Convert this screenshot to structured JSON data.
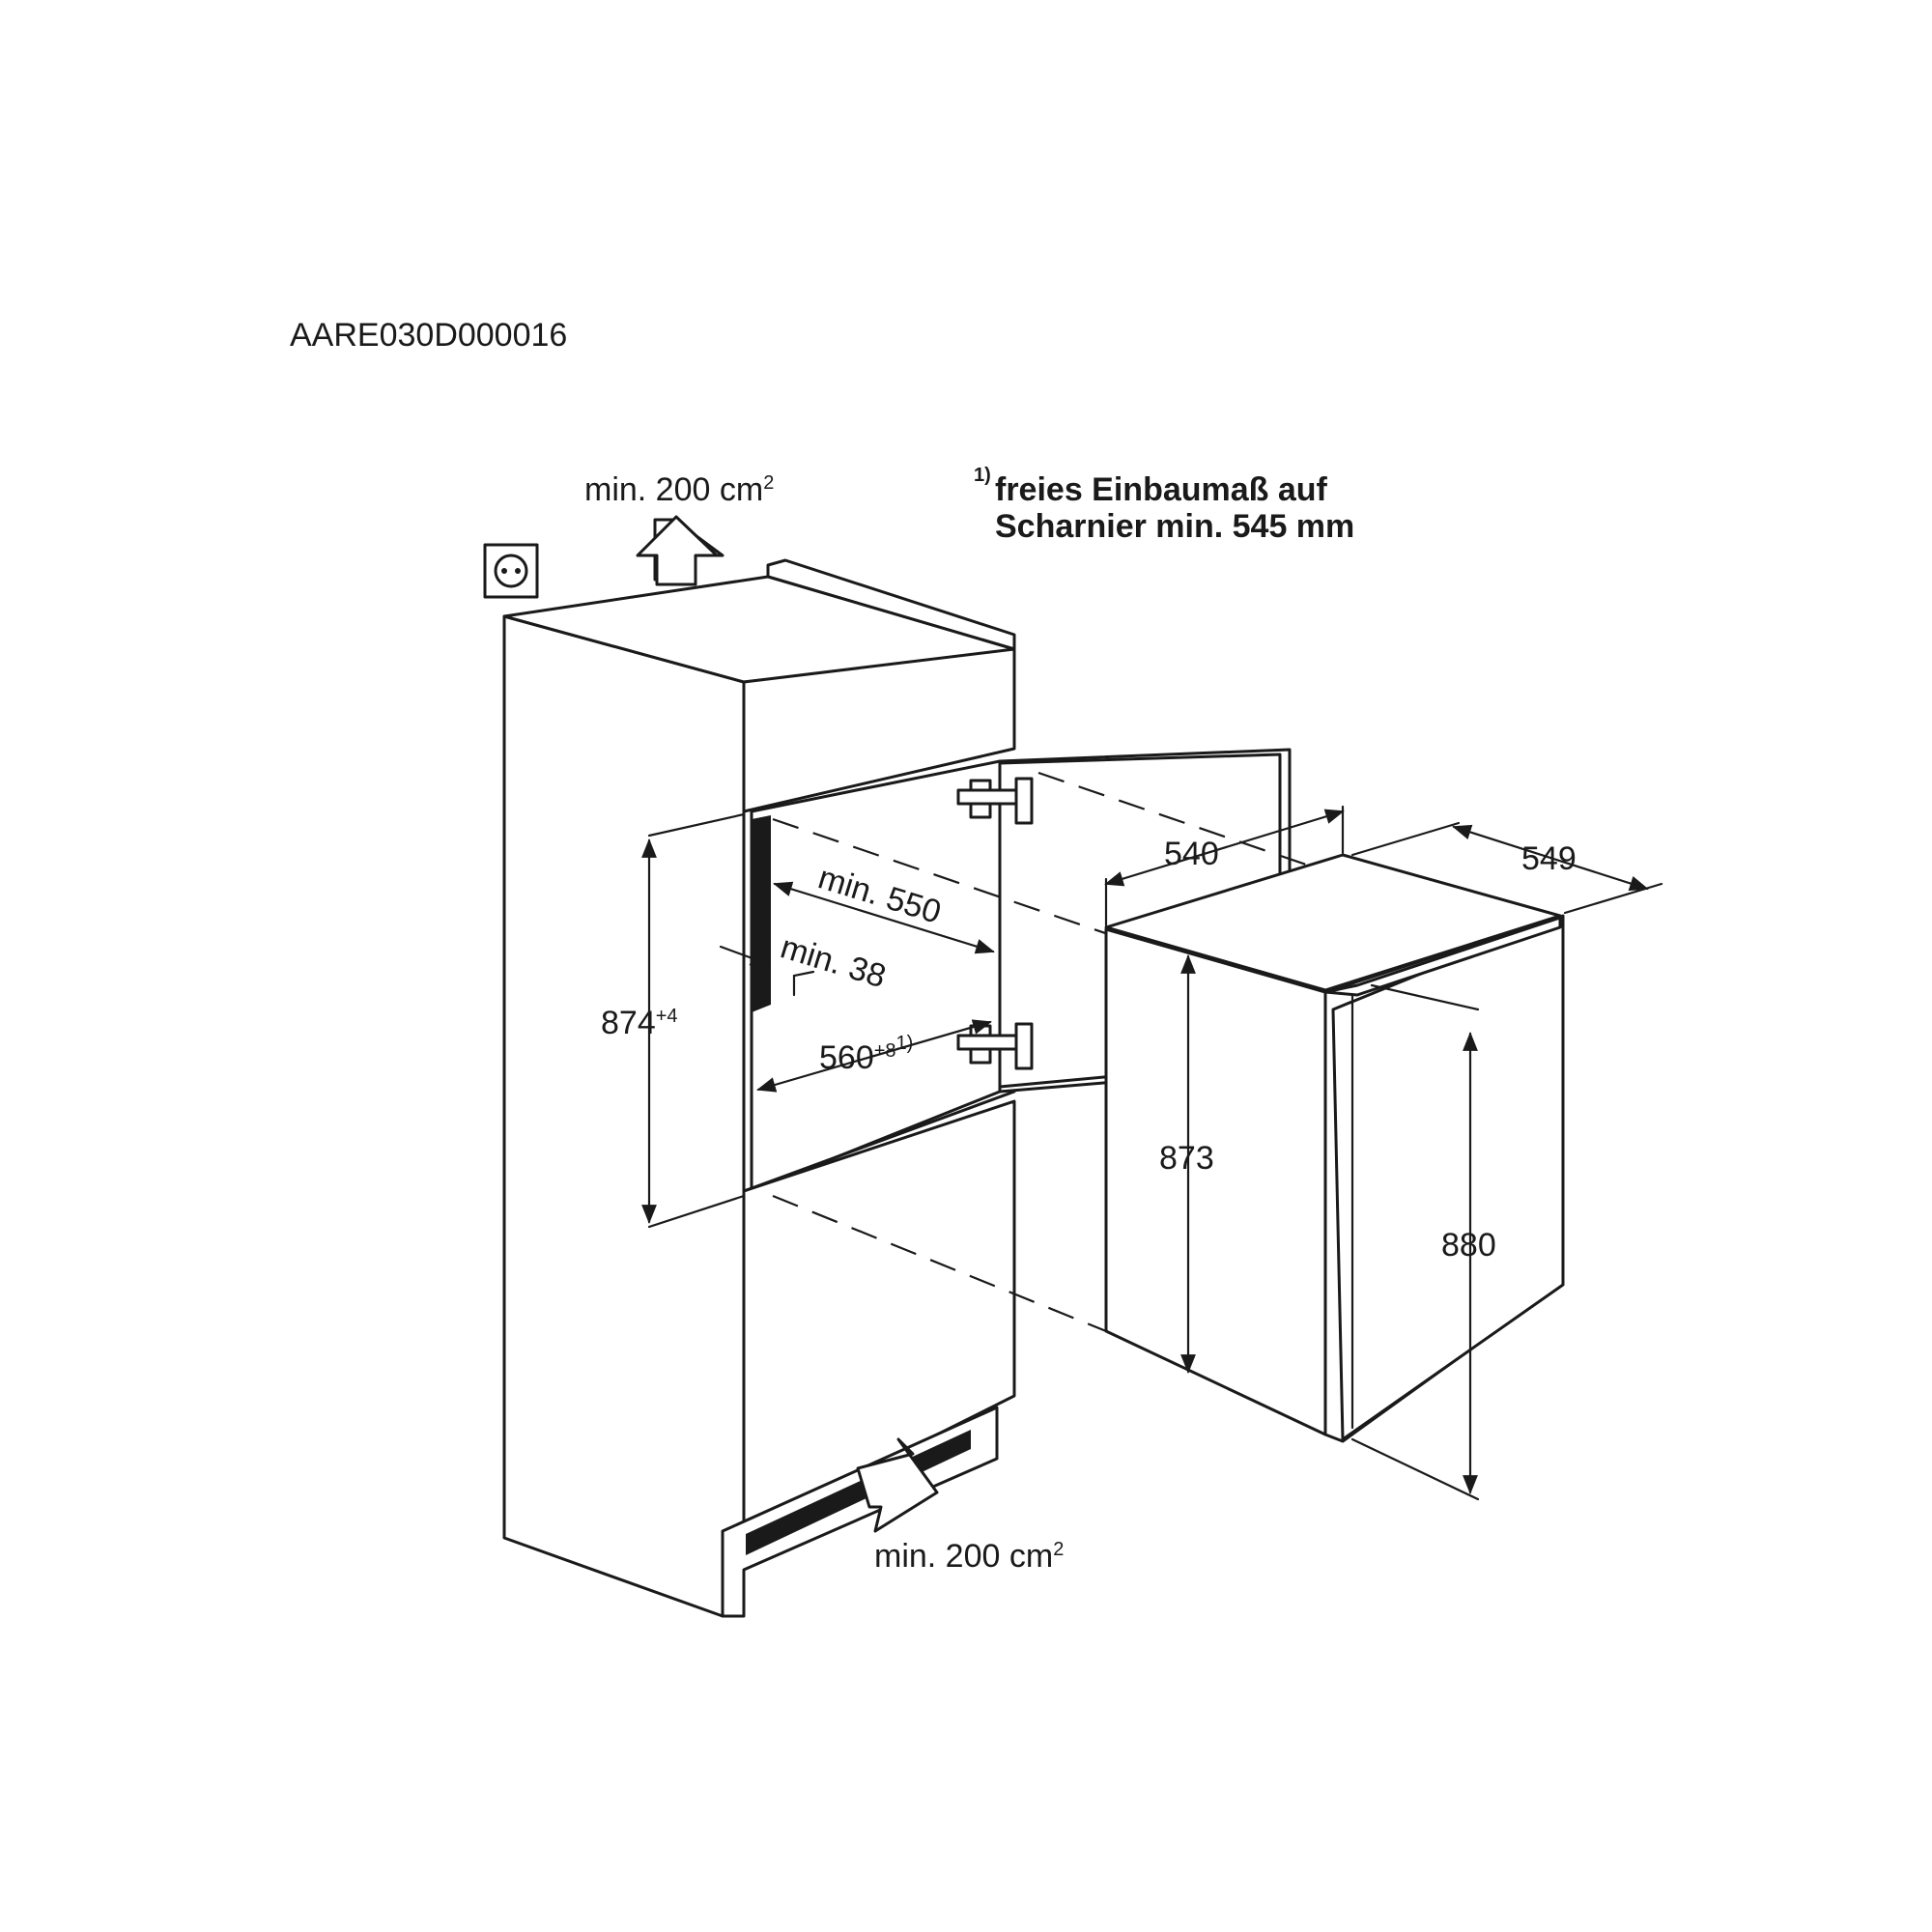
{
  "document_code": "AARE030D000016",
  "footnote": {
    "marker": "1)",
    "line1": "freies Einbaumaß auf",
    "line2": "Scharnier min. 545 mm"
  },
  "ventilation": {
    "top": {
      "label": "min. 200 cm",
      "superscript": "2"
    },
    "bottom": {
      "label": "min. 200 cm",
      "superscript": "2"
    }
  },
  "niche_dimensions": {
    "height": {
      "value": "874",
      "superscript": "+4"
    },
    "depth": "min. 550",
    "gap": "min. 38",
    "width": {
      "value": "560",
      "superscript": "+8",
      "note": "1)"
    }
  },
  "appliance_dimensions": {
    "width": "540",
    "depth": "549",
    "body_height": "873",
    "total_height": "880"
  },
  "icons": [
    "power-socket-icon",
    "airflow-up-arrow-icon",
    "airflow-in-arrow-icon",
    "hinge-icon"
  ]
}
